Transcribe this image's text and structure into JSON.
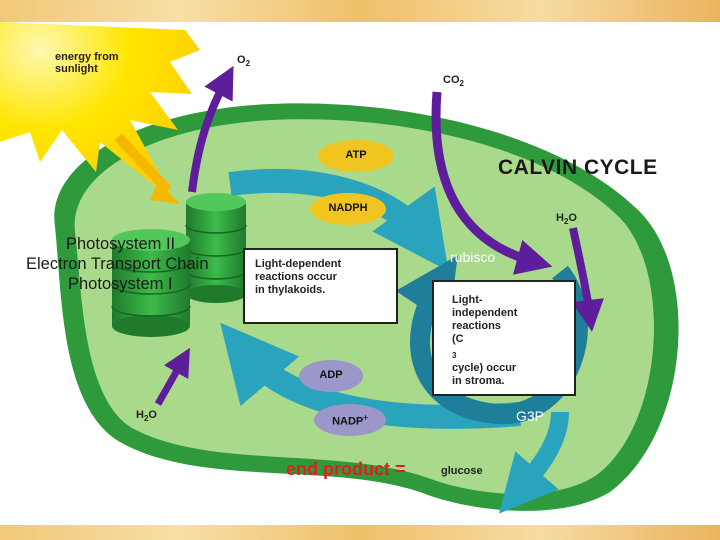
{
  "labels": {
    "energy": [
      "energy from",
      "sunlight"
    ],
    "o2": "O",
    "o2_sub": "2",
    "co2": "CO",
    "co2_sub": "2",
    "title": "CALVIN CYCLE",
    "h2o_sub": "2",
    "h2o": [
      "H",
      "O"
    ],
    "photosystems": [
      "Photosystem II",
      "Electron Transport Chain",
      "Photosystem I"
    ],
    "atp": "ATP",
    "nadph": "NADPH",
    "adp": "ADP",
    "nadp": "NADP",
    "nadp_sup": "+",
    "rubisco": "rubisco",
    "g3p": "G3P",
    "end_product": "end product =",
    "glucose": "glucose",
    "light_dependent": [
      "Light-dependent",
      "reactions occur",
      "in thylakoids."
    ],
    "light_independent": [
      "Light-",
      "independent",
      "reactions",
      "(C",
      "3",
      " cycle) occur",
      "in stroma."
    ]
  },
  "colors": {
    "chloroplast_outer": "#2e9a3b",
    "chloroplast_inner": "#a9da8c",
    "arrow_purple": "#5e1e9c",
    "arrow_teal": "#2aa3bd",
    "sun": "#ffe600",
    "oval_gold": "#f0c520",
    "oval_lilac": "#9b97c9",
    "end_product": "#e21d1d"
  }
}
